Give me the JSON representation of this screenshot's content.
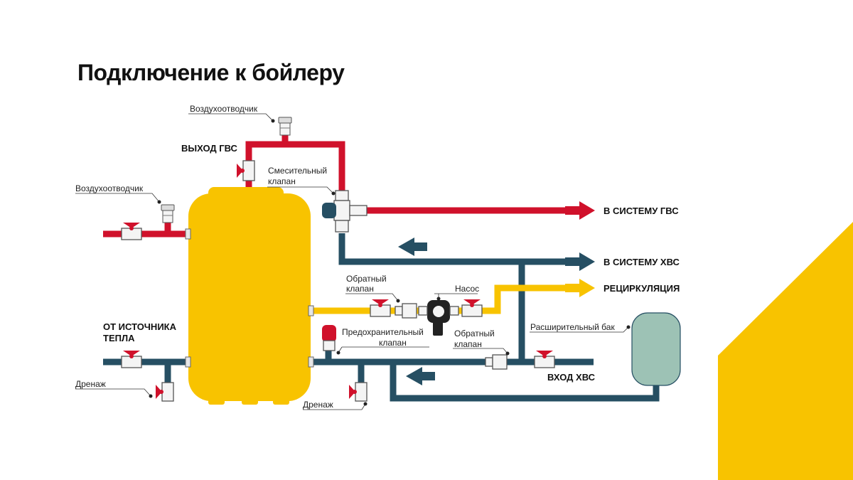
{
  "title": "Подключение к бойлеру",
  "colors": {
    "hot_pipe": "#d0112b",
    "cold_pipe": "#264f63",
    "recirculation_pipe": "#f8c300",
    "boiler": "#f8c300",
    "expansion_tank": "#9dc2b5",
    "accent_corner": "#f8c300"
  },
  "labels": {
    "air_vent_top": "Воздухоотводчик",
    "air_vent_left": "Воздухоотводчик",
    "hot_outlet": "ВЫХОД ГВС",
    "mixing_valve": [
      "Смесительный",
      "клапан"
    ],
    "to_hot_system": "В СИСТЕМУ ГВС",
    "to_cold_system": "В СИСТЕМУ ХВС",
    "recirculation": "РЕЦИРКУЛЯЦИЯ",
    "check_valve_1": [
      "Обратный",
      "клапан"
    ],
    "pump": "Насос",
    "heat_source": [
      "ОТ ИСТОЧНИКА",
      "ТЕПЛА"
    ],
    "safety_valve": [
      "Предохранительный",
      "клапан"
    ],
    "check_valve_2": [
      "Обратный",
      "клапан"
    ],
    "expansion_tank": "Расширительный бак",
    "cold_inlet": "ВХОД ХВС",
    "drain_left": "Дренаж",
    "drain_center": "Дренаж"
  }
}
